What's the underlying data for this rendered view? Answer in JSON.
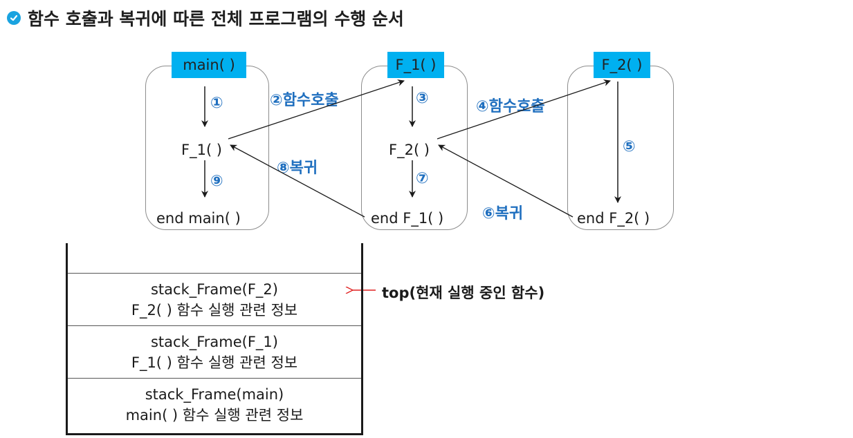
{
  "title": "함수 호출과 복귀에 따른 전체 프로그램의 수행 순서",
  "functions": {
    "main": {
      "header": "main( )",
      "call": "F_1( )",
      "end": "end main( )"
    },
    "f1": {
      "header": "F_1( )",
      "call": "F_2( )",
      "end": "end F_1( )"
    },
    "f2": {
      "header": "F_2( )",
      "end": "end F_2( )"
    }
  },
  "steps": {
    "s1": "①",
    "s2": "②함수호출",
    "s3": "③",
    "s4": "④함수호출",
    "s5": "⑤",
    "s6": "⑥복귀",
    "s7": "⑦",
    "s8": "⑧복귀",
    "s9": "⑨"
  },
  "stack": {
    "frames": [
      {
        "line1": "stack_Frame(F_2)",
        "line2": "F_2( ) 함수 실행 관련 정보"
      },
      {
        "line1": "stack_Frame(F_1)",
        "line2": "F_1( ) 함수 실행 관련 정보"
      },
      {
        "line1": "stack_Frame(main)",
        "line2": "main( ) 함수 실행 관련 정보"
      }
    ],
    "top_label": "top(현재 실행 중인 함수)"
  },
  "colors": {
    "header_fill": "#00b0f0",
    "step_text": "#1f6fbf",
    "top_arrow": "#e02020",
    "check_icon": "#1aa3e0"
  }
}
